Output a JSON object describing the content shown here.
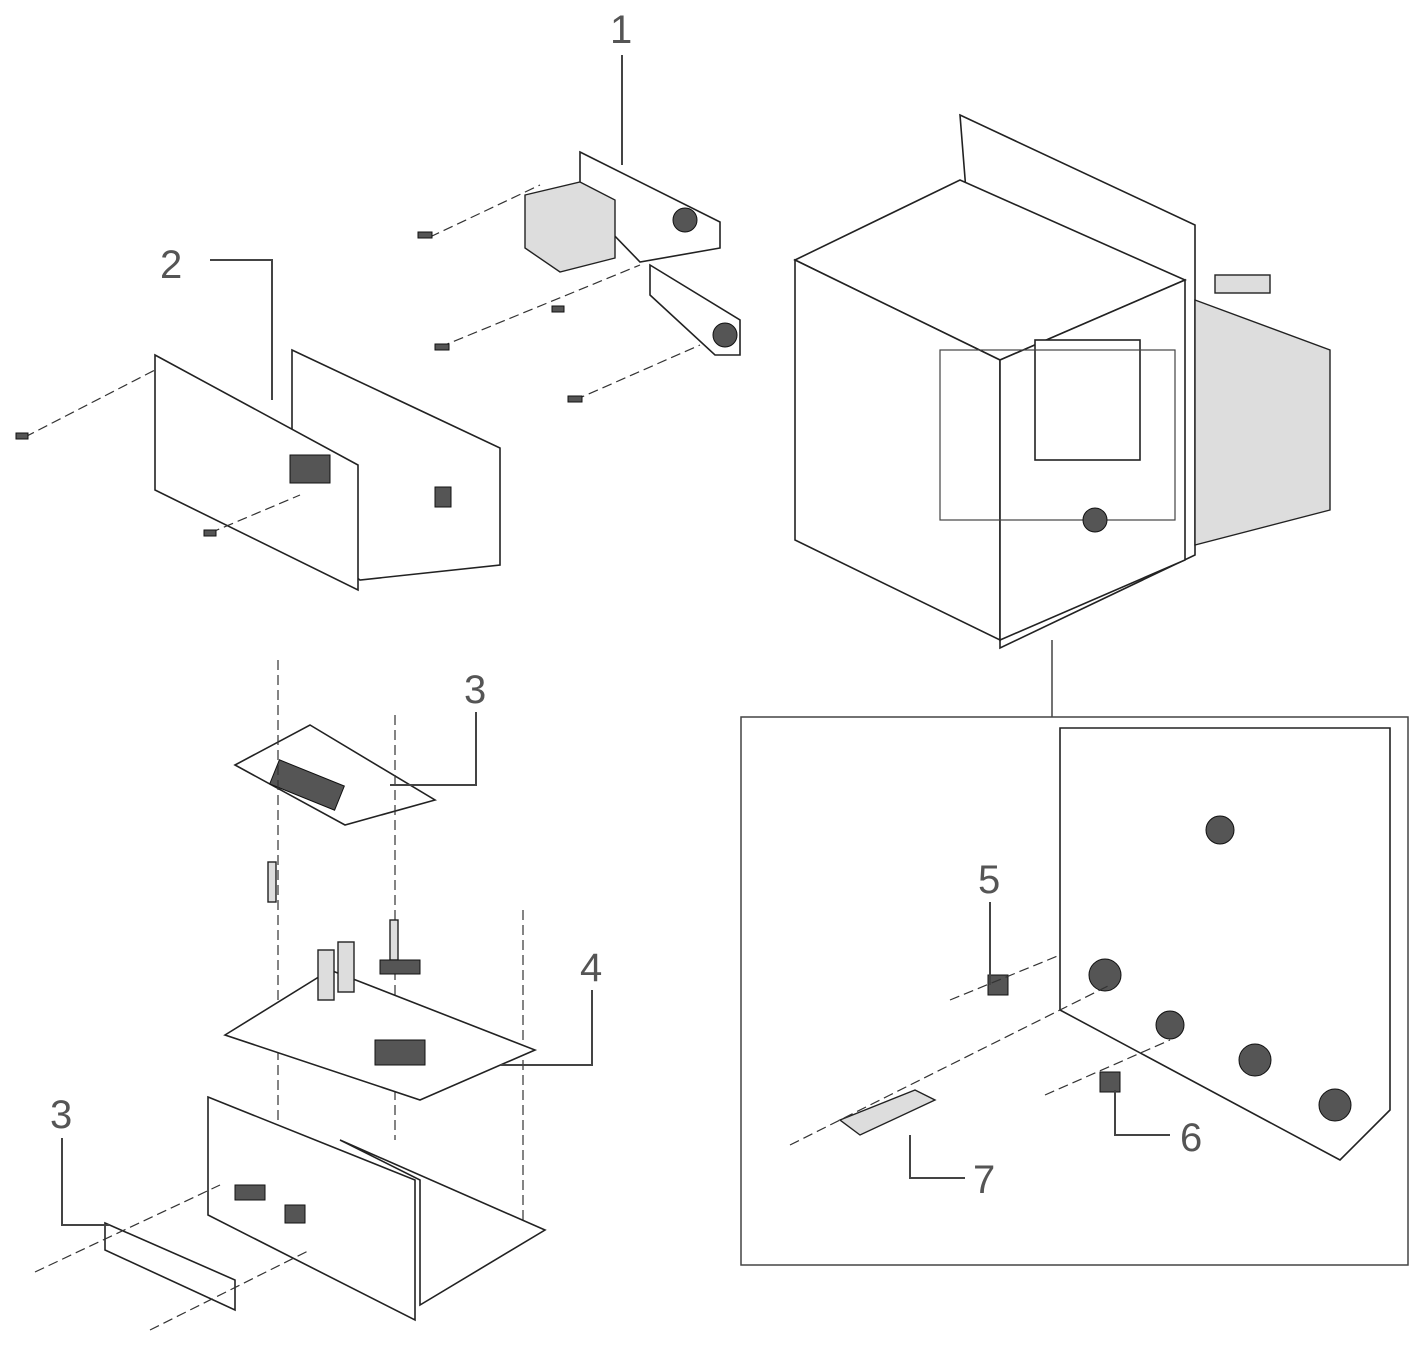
{
  "diagram": {
    "callouts": [
      {
        "id": "c1",
        "label": "1"
      },
      {
        "id": "c2",
        "label": "2"
      },
      {
        "id": "c3a",
        "label": "3"
      },
      {
        "id": "c4",
        "label": "4"
      },
      {
        "id": "c3b",
        "label": "3"
      },
      {
        "id": "c5",
        "label": "5"
      },
      {
        "id": "c6",
        "label": "6"
      },
      {
        "id": "c7",
        "label": "7"
      }
    ]
  }
}
